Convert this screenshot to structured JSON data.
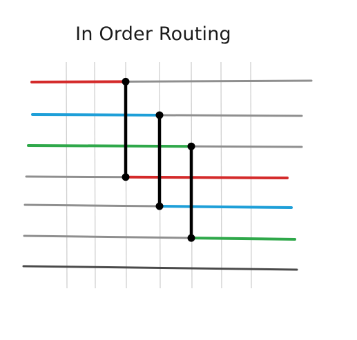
{
  "title": "In Order Routing",
  "colors": {
    "red": "#d42a2a",
    "blue": "#1e9fd8",
    "green": "#2fa84a",
    "track": "#8f8f8f",
    "track_dark": "#4a4a4a",
    "grid": "#cfcfcf",
    "connector": "#000000"
  },
  "routes": [
    {
      "name": "red-route",
      "color": "red",
      "from_track": 0,
      "to_track": 3,
      "column": 3
    },
    {
      "name": "blue-route",
      "color": "blue",
      "from_track": 1,
      "to_track": 4,
      "column": 4
    },
    {
      "name": "green-route",
      "color": "green",
      "from_track": 2,
      "to_track": 5,
      "column": 5
    }
  ]
}
